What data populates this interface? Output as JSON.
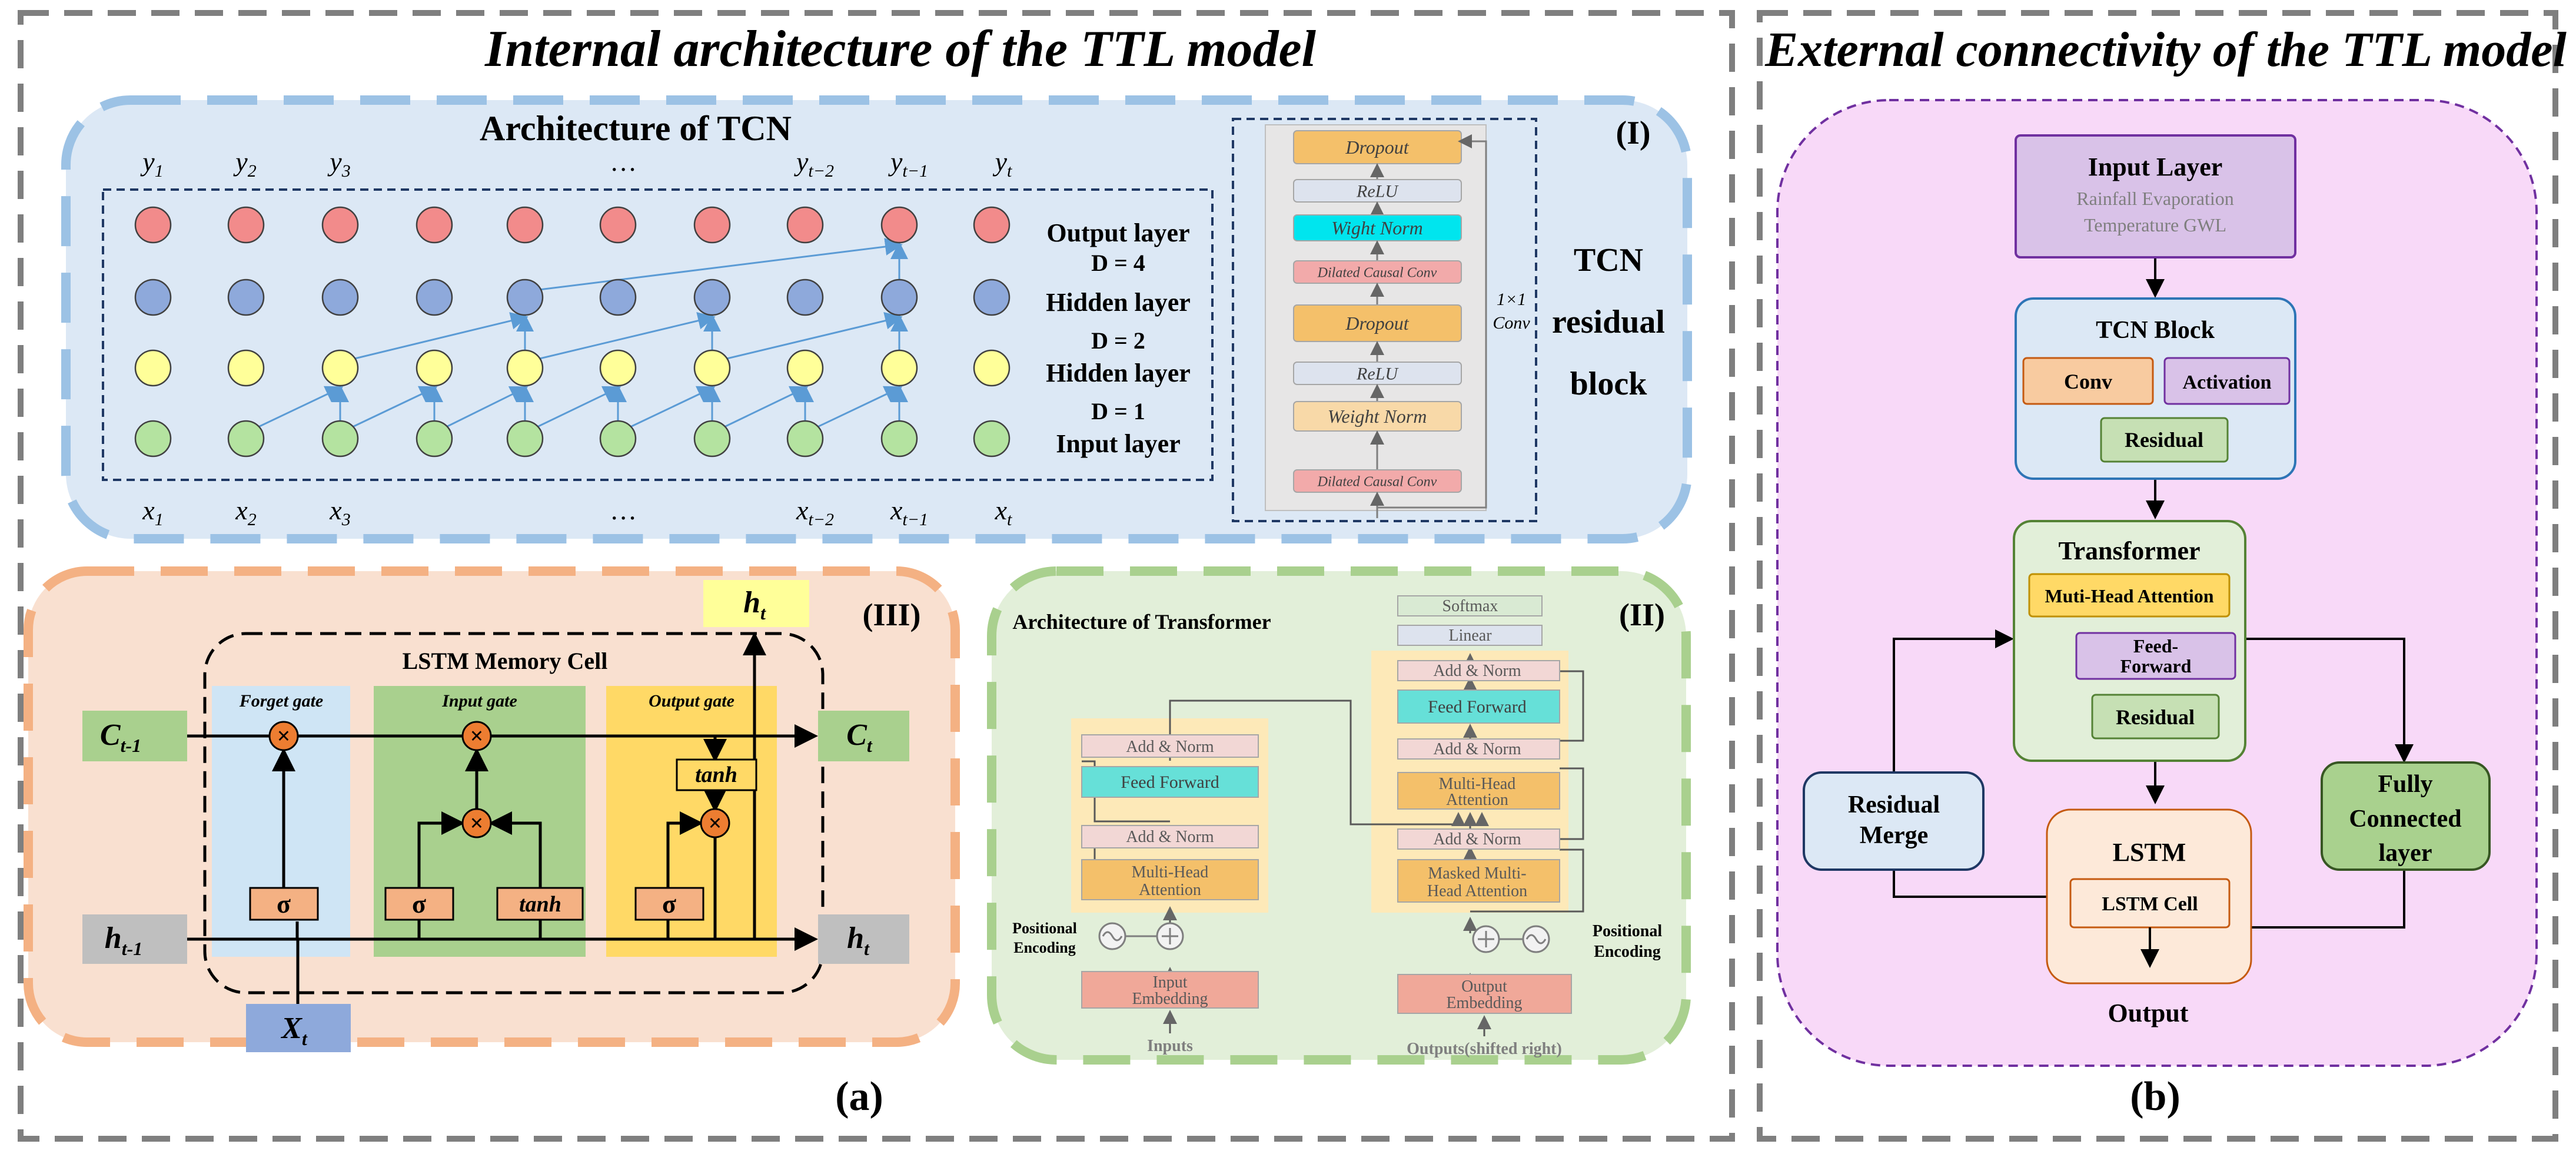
{
  "left_title": "Internal architecture of the TTL model",
  "right_title": "External connectivity of the TTL model",
  "label_a": "(a)",
  "label_b": "(b)",
  "tcn": {
    "title": "Architecture of TCN",
    "tag": "(I)",
    "y_labels": [
      "y",
      "y",
      "y",
      "…",
      "y",
      "y",
      "y"
    ],
    "y_subs": [
      "1",
      "2",
      "3",
      "",
      "t−2",
      "t−1",
      "t"
    ],
    "x_labels": [
      "x",
      "x",
      "x",
      "…",
      "x",
      "x",
      "x"
    ],
    "x_subs": [
      "1",
      "2",
      "3",
      "",
      "t−2",
      "t−1",
      "t"
    ],
    "layer_output": "Output layer",
    "d4": "D = 4",
    "hidden1": "Hidden layer",
    "d2": "D = 2",
    "hidden2": "Hidden layer",
    "d1": "D = 1",
    "layer_input": "Input layer",
    "residual_label": [
      "TCN",
      "residual",
      "block"
    ],
    "conv_label": [
      "1×1",
      "Conv"
    ],
    "block_items": [
      "Dropout",
      "ReLU",
      "Wight Norm",
      "Dilated Causal Conv",
      "Dropout",
      "ReLU",
      "Weight Norm",
      "Dilated Causal Conv"
    ]
  },
  "lstm": {
    "tag": "(III)",
    "cell_title": "LSTM Memory Cell",
    "forget_gate": "Forget gate",
    "input_gate": "Input gate",
    "output_gate": "Output gate",
    "c_prev": "C",
    "c_prev_sub": "t-1",
    "c_next": "C",
    "c_next_sub": "t",
    "h_prev": "h",
    "h_prev_sub": "t-1",
    "h_next": "h",
    "h_next_sub": "t",
    "h_top": "h",
    "h_top_sub": "t",
    "x_in": "X",
    "x_in_sub": "t",
    "sigma": "σ",
    "tanh": "tanh",
    "times": "×"
  },
  "transformer": {
    "title": "Architecture of Transformer",
    "tag": "(II)",
    "enc_add_norm1": "Add & Norm",
    "enc_ff": "Feed Forward",
    "enc_add_norm2": "Add & Norm",
    "enc_mha": [
      "Multi-Head",
      "Attention"
    ],
    "enc_pos": [
      "Positional",
      "Encoding"
    ],
    "enc_embed": [
      "Input",
      "Embedding"
    ],
    "enc_inputs": "Inputs",
    "dec_softmax": "Softmax",
    "dec_linear": "Linear",
    "dec_add_norm1": "Add & Norm",
    "dec_ff": "Feed Forward",
    "dec_add_norm2": "Add & Norm",
    "dec_mha": [
      "Multi-Head",
      "Attention"
    ],
    "dec_add_norm3": "Add & Norm",
    "dec_masked": [
      "Masked Multi-",
      "Head Attention"
    ],
    "dec_pos": [
      "Positional",
      "Encoding"
    ],
    "dec_embed": [
      "Output",
      "Embedding"
    ],
    "dec_outputs": "Outputs(shifted right)"
  },
  "ext": {
    "input_title": "Input Layer",
    "input_sub1": "Rainfall  Evaporation",
    "input_sub2": "Temperature GWL",
    "tcn_title": "TCN Block",
    "conv": "Conv",
    "activation": "Activation",
    "residual": "Residual",
    "transformer_title": "Transformer",
    "mha": "Muti-Head Attention",
    "ff": [
      "Feed-",
      "Forward"
    ],
    "tr_residual": "Residual",
    "residual_merge": [
      "Residual",
      "Merge"
    ],
    "fully_connected": [
      "Fully",
      "Connected",
      "layer"
    ],
    "lstm_title": "LSTM",
    "lstm_cell": "LSTM Cell",
    "output": "Output"
  },
  "colors": {
    "tcn_bg": "#dce8f5",
    "tcn_border": "#9cc2e5",
    "lstm_bg": "#f9e0d0",
    "lstm_border": "#f4b183",
    "tr_bg": "#e2efd9",
    "tr_border": "#a9d08e",
    "ext_bg": "#f8d9f8",
    "ext_border": "#7030a0",
    "node_red": "#f28b8b",
    "node_blue": "#8ea9db",
    "node_yellow": "#ffff99",
    "node_green": "#b4e3a0",
    "arrow_blue": "#5b9bd5"
  }
}
